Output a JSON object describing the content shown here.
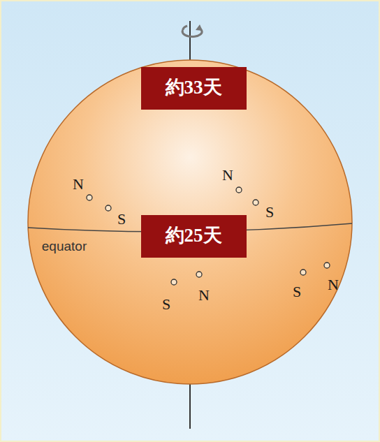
{
  "diagram": {
    "nodes": [
      {
        "text": [
          "約33天"
        ]
      },
      {
        "text": [
          "約25天"
        ]
      }
    ],
    "labels": [
      "N",
      "N",
      "S",
      "S",
      "equator",
      "S",
      "N",
      "S",
      "N"
    ]
  }
}
